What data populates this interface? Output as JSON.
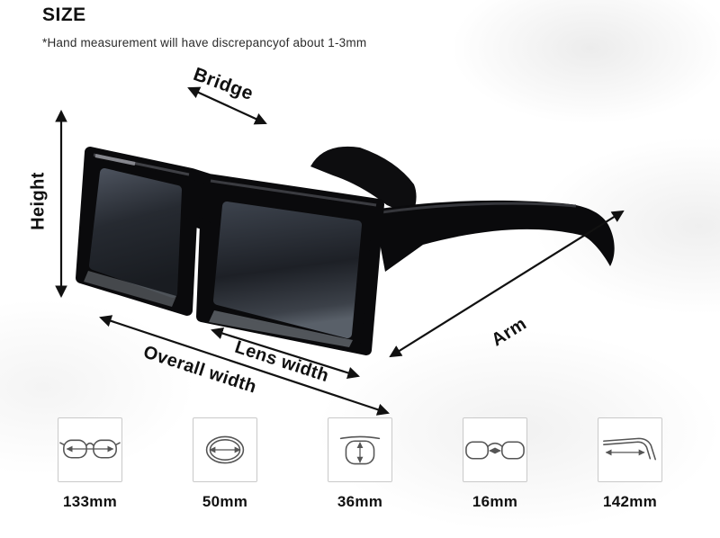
{
  "header": {
    "title": "SIZE",
    "disclaimer": "*Hand measurement will have discrepancyof about 1-3mm"
  },
  "diagram": {
    "labels": {
      "bridge": "Bridge",
      "height": "Height",
      "overall_width": "Overall width",
      "lens_width": "Lens width",
      "arm": "Arm"
    }
  },
  "measurements": [
    {
      "name": "overall-width",
      "value": "133mm"
    },
    {
      "name": "lens-width",
      "value": "50mm"
    },
    {
      "name": "lens-height",
      "value": "36mm"
    },
    {
      "name": "bridge-width",
      "value": "16mm"
    },
    {
      "name": "arm-length",
      "value": "142mm"
    }
  ],
  "colors": {
    "text": "#111111",
    "dimension_lines": "#111111",
    "icon_stroke": "#555555",
    "frame_black": "#0a0a0c"
  }
}
